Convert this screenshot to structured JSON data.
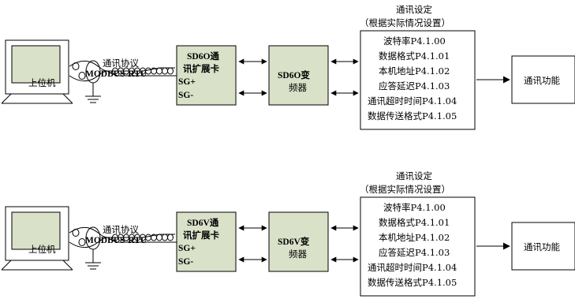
{
  "diagrams": [
    {
      "pc_label": "上位机",
      "protocol_label": "通讯协议",
      "protocol_name": "MODBUS-RTU",
      "card_title_1": "SD6O通",
      "card_title_2": "讯扩展卡",
      "card_pin_1": "SG+",
      "card_pin_2": "SG-",
      "inverter_line_1": "SD6O变",
      "inverter_line_2": "频器",
      "settings_title": "通讯设定",
      "settings_subtitle": "（根据实际情况设置）",
      "params": [
        "波特率P4.1.00",
        "数据格式P4.1.01",
        "本机地址P4.1.02",
        "应答延迟P4.1.03",
        "通讯超时时间P4.1.04",
        "数据传送格式P4.1.05"
      ],
      "function_label": "通讯功能"
    },
    {
      "pc_label": "上位机",
      "protocol_label": "通讯协议",
      "protocol_name": "MODBUS-RTU",
      "card_title_1": "SD6V通",
      "card_title_2": "讯扩展卡",
      "card_pin_1": "SG+",
      "card_pin_2": "SG-",
      "inverter_line_1": "SD6V变",
      "inverter_line_2": "频器",
      "settings_title": "通讯设定",
      "settings_subtitle": "（根据实际情况设置）",
      "params": [
        "波特率P4.1.00",
        "数据格式P4.1.01",
        "本机地址P4.1.02",
        "应答延迟P4.1.03",
        "通讯超时时间P4.1.04",
        "数据传送格式P4.1.05"
      ],
      "function_label": "通讯功能"
    }
  ],
  "colors": {
    "module_fill": "#d9e1c9",
    "line": "#000000"
  }
}
